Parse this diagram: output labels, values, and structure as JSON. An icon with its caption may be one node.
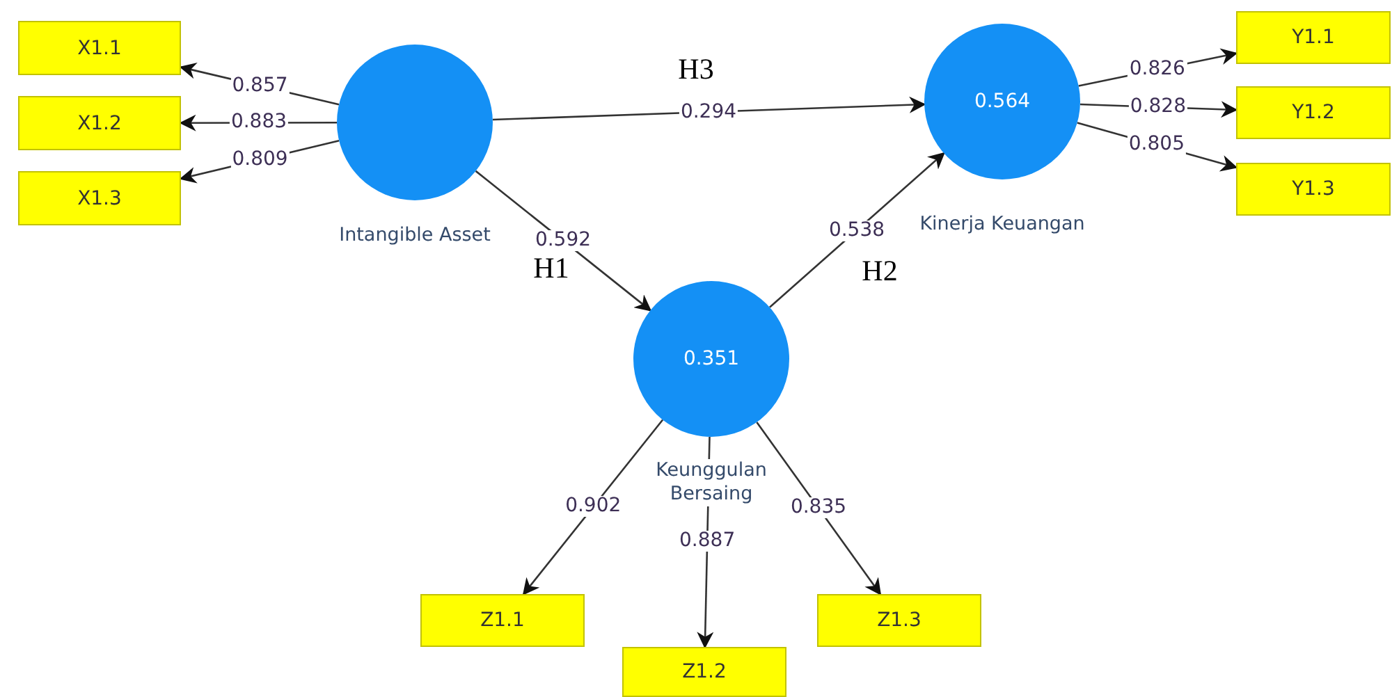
{
  "diagram": {
    "nodes": [
      {
        "text": [
          "X1.1"
        ]
      },
      {
        "text": [
          "X1.2"
        ]
      },
      {
        "text": [
          "X1.3"
        ]
      },
      {
        "text": [],
        "shape": "circle",
        "beside": [
          "Intangible Asset"
        ]
      },
      {
        "text": [
          "0.564"
        ],
        "beside": [
          "Kinerja Keuangan"
        ]
      },
      {
        "text": [
          "Y1.1"
        ]
      },
      {
        "text": [
          "Y1.2"
        ]
      },
      {
        "text": [
          "Y1.3"
        ]
      },
      {
        "text": [
          "0.351"
        ],
        "beside": [
          "Keunggulan Bersaing"
        ]
      },
      {
        "text": [
          "Z1.1"
        ]
      },
      {
        "text": [
          "Z1.2"
        ]
      },
      {
        "text": [
          "Z1.3"
        ]
      }
    ],
    "edges": [
      {
        "from": 3,
        "to": 0,
        "arrow": "to",
        "label": "0.857"
      },
      {
        "from": 3,
        "to": 1,
        "arrow": "to",
        "label": "0.883"
      },
      {
        "from": 3,
        "to": 2,
        "arrow": "to",
        "label": "0.809"
      },
      {
        "from": 3,
        "to": 4,
        "arrow": "to",
        "label": "0.294"
      },
      {
        "from": 4,
        "to": 5,
        "arrow": "to",
        "label": "0.826"
      },
      {
        "from": 4,
        "to": 6,
        "arrow": "to",
        "label": "0.828"
      },
      {
        "from": 4,
        "to": 7,
        "arrow": "to",
        "label": "0.805"
      },
      {
        "from": 3,
        "to": 8,
        "arrow": "to",
        "label": "0.592"
      },
      {
        "from": 8,
        "to": 4,
        "arrow": "to",
        "label": "0.538"
      },
      {
        "from": 8,
        "to": 9,
        "arrow": "to",
        "label": "0.902"
      },
      {
        "from": 8,
        "to": 10,
        "arrow": "to",
        "label": "0.887"
      },
      {
        "from": 8,
        "to": 11,
        "arrow": "to",
        "label": "0.835"
      }
    ],
    "labels": [
      "H3",
      "H1",
      "H2"
    ]
  }
}
